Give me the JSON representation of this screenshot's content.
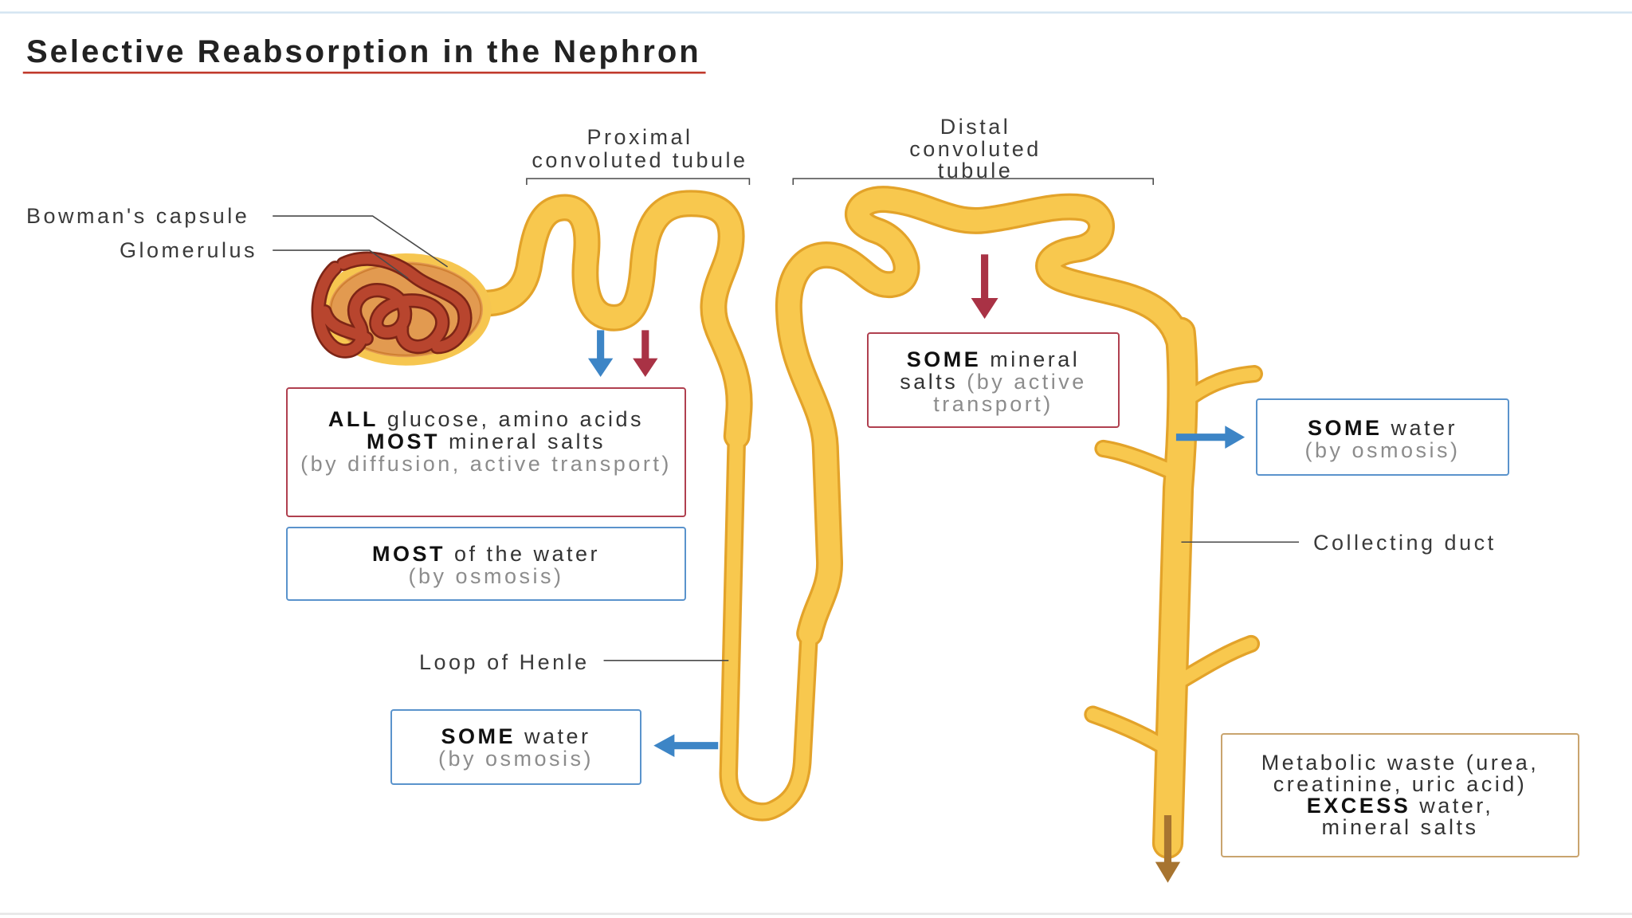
{
  "title": "Selective Reabsorption in the Nephron",
  "labels": {
    "bowmans_capsule": "Bowman's capsule",
    "glomerulus": "Glomerulus",
    "proximal_tubule": [
      "Proximal",
      "convoluted tubule"
    ],
    "distal_tubule": [
      "Distal",
      "convoluted",
      "tubule"
    ],
    "loop_of_henle": "Loop of Henle",
    "collecting_duct": "Collecting duct"
  },
  "boxes": {
    "proximal_solutes": {
      "lines": [
        {
          "bold": "ALL",
          "text": "glucose, amino acids"
        },
        {
          "bold": "MOST",
          "text": "mineral salts"
        }
      ],
      "note": "(by diffusion, active transport)"
    },
    "proximal_water": {
      "bold": "MOST",
      "text": "of the water",
      "note": "(by osmosis)"
    },
    "distal_salts": {
      "bold": "SOME",
      "text": "mineral salts",
      "note": "(by active transport)"
    },
    "collecting_duct_water": {
      "bold": "SOME",
      "text": "water",
      "note": "(by osmosis)"
    },
    "loop_water": {
      "bold": "SOME",
      "text": "water",
      "note": "(by osmosis)"
    },
    "urine": {
      "waste": "Metabolic waste (urea, creatinine, uric acid)",
      "bold": "EXCESS",
      "text": "water, mineral salts"
    }
  },
  "colors": {
    "title_underline": "#c0392b",
    "tubule": "#f8c84e",
    "tubule_outline": "#e3a32a",
    "capsule": "#e29a50",
    "capsule_rim": "#f6c650",
    "glomerulus": "#b8452e",
    "glomerulus_outline": "#7d2516",
    "water_arrow": "#3d85c6",
    "salt_arrow": "#a93245",
    "waste_arrow": "#a77430",
    "box_red": "#b0404f",
    "box_blue": "#5a93cc",
    "box_tan": "#c9a46e",
    "leader_line": "#4a4a4a"
  }
}
